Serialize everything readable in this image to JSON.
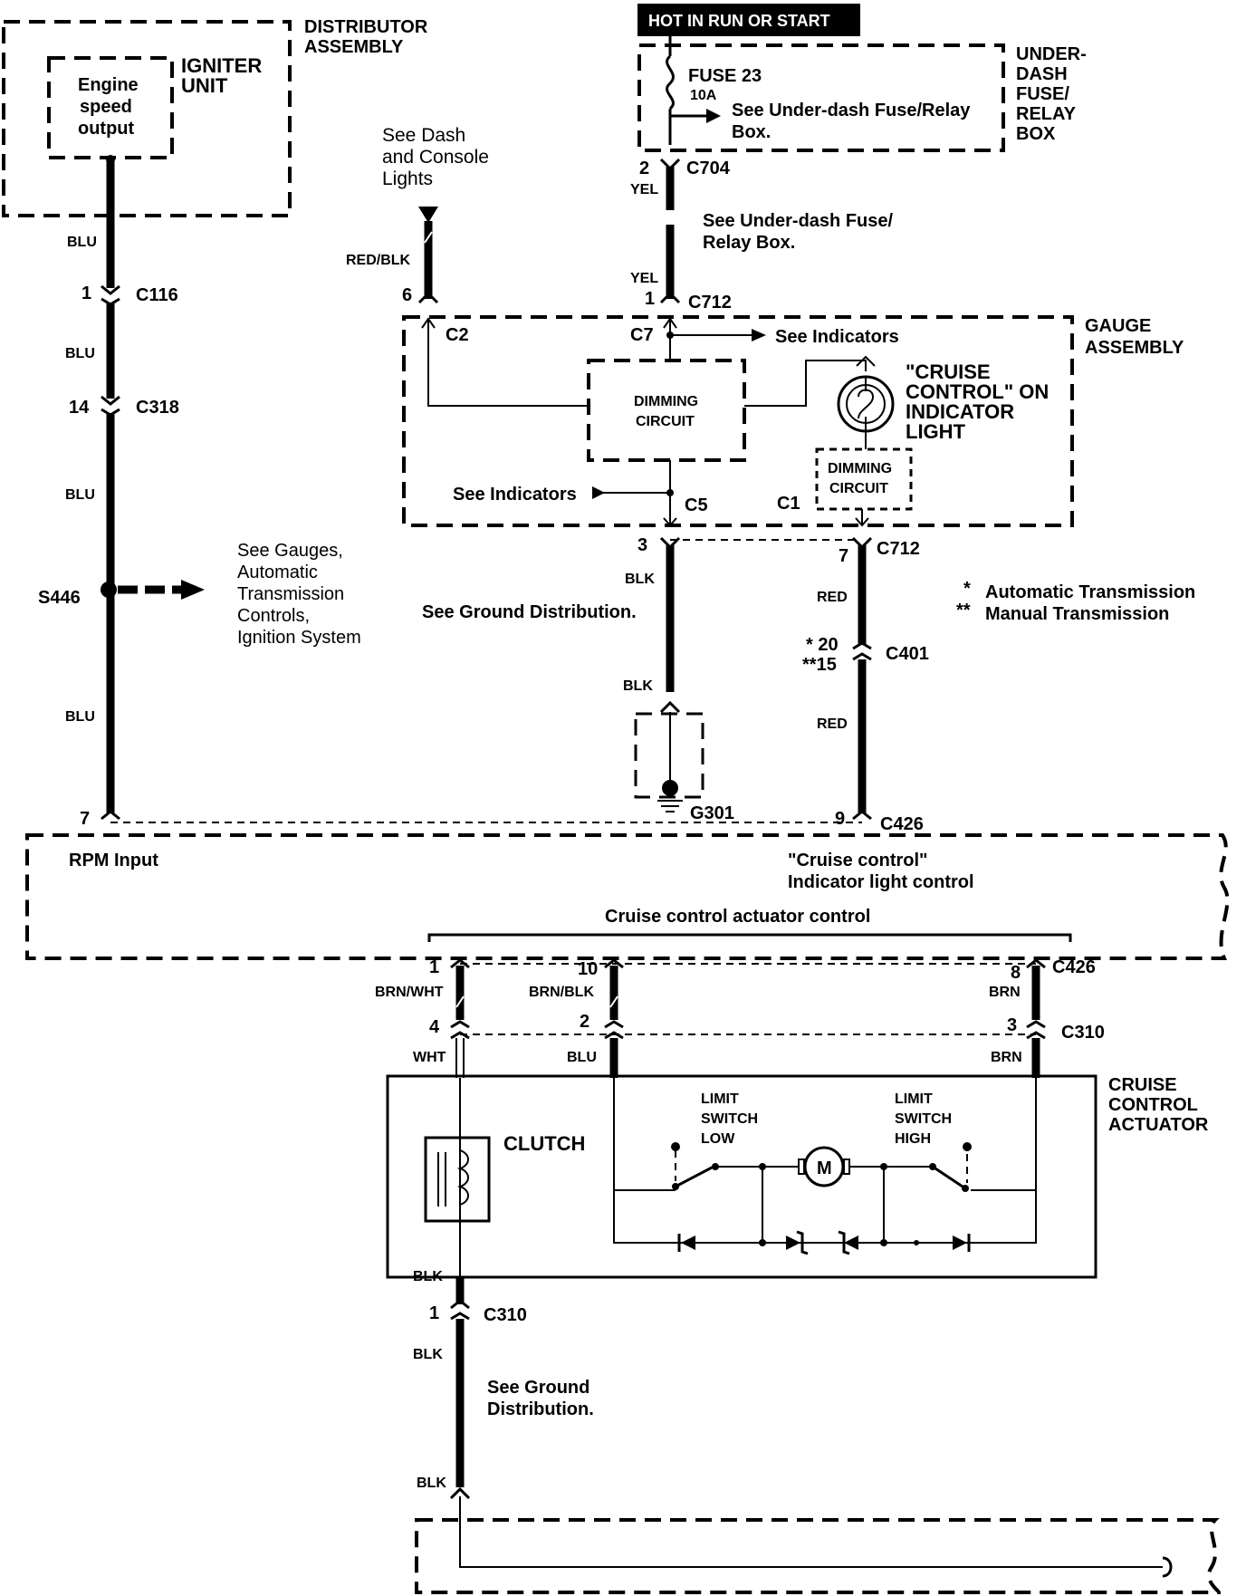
{
  "hot_label": "HOT IN RUN OR START",
  "distributor": {
    "assembly_l1": "DISTRIBUTOR",
    "assembly_l2": "ASSEMBLY",
    "igniter_l1": "IGNITER",
    "igniter_l2": "UNIT",
    "output_l1": "Engine",
    "output_l2": "speed",
    "output_l3": "output"
  },
  "fusebox": {
    "fuse": "FUSE 23",
    "rating": "10A",
    "see_l1": "See Under-dash Fuse/Relay",
    "see_l2": "Box.",
    "name_l1": "UNDER-",
    "name_l2": "DASH",
    "name_l3": "FUSE/",
    "name_l4": "RELAY",
    "name_l5": "BOX"
  },
  "wires": {
    "blu": "BLU",
    "yel": "YEL",
    "red_blk": "RED/BLK",
    "blk": "BLK",
    "red": "RED",
    "brn_wht": "BRN/WHT",
    "brn_blk": "BRN/BLK",
    "brn": "BRN",
    "wht": "WHT"
  },
  "connectors": {
    "c116": "C116",
    "c318": "C318",
    "c704": "C704",
    "c712": "C712",
    "c2": "C2",
    "c7": "C7",
    "c5": "C5",
    "c1": "C1",
    "c401": "C401",
    "c426": "C426",
    "c310": "C310",
    "s446": "S446",
    "g301": "G301"
  },
  "pins": {
    "p1": "1",
    "p14": "14",
    "p7": "7",
    "p2": "2",
    "p6": "6",
    "p3": "3",
    "p9": "9",
    "p20": "* 20",
    "p15": "**15",
    "p10": "10",
    "p8": "8",
    "p4": "4"
  },
  "refs": {
    "dash_l1": "See Dash",
    "dash_l2": "and Console",
    "dash_l3": "Lights",
    "underdash_l1": "See Under-dash Fuse/",
    "underdash_l2": "Relay Box.",
    "indicators": "See Indicators",
    "ground": "See Ground Distribution.",
    "gauges_l1": "See Gauges,",
    "gauges_l2": "Automatic",
    "gauges_l3": "Transmission",
    "gauges_l4": "Controls,",
    "gauges_l5": "Ignition System",
    "ground2_l1": "See Ground",
    "ground2_l2": "Distribution."
  },
  "gauge": {
    "name_l1": "GAUGE",
    "name_l2": "ASSEMBLY",
    "dimming_l1": "DIMMING",
    "dimming_l2": "CIRCUIT",
    "light_l1": "\"CRUISE",
    "light_l2": "CONTROL\" ON",
    "light_l3": "INDICATOR",
    "light_l4": "LIGHT"
  },
  "legend": {
    "at_mark": "*",
    "at": "Automatic Transmission",
    "mt_mark": "**",
    "mt": "Manual Transmission"
  },
  "control_unit": {
    "rpm": "RPM Input",
    "indicator_l1": "\"Cruise control\"",
    "indicator_l2": "Indicator light control",
    "actuator_control": "Cruise control actuator control"
  },
  "actuator": {
    "name_l1": "CRUISE",
    "name_l2": "CONTROL",
    "name_l3": "ACTUATOR",
    "clutch": "CLUTCH",
    "limit_low_l1": "LIMIT",
    "limit_low_l2": "SWITCH",
    "limit_low_l3": "LOW",
    "limit_high_l1": "LIMIT",
    "limit_high_l2": "SWITCH",
    "limit_high_l3": "HIGH",
    "motor": "M"
  }
}
